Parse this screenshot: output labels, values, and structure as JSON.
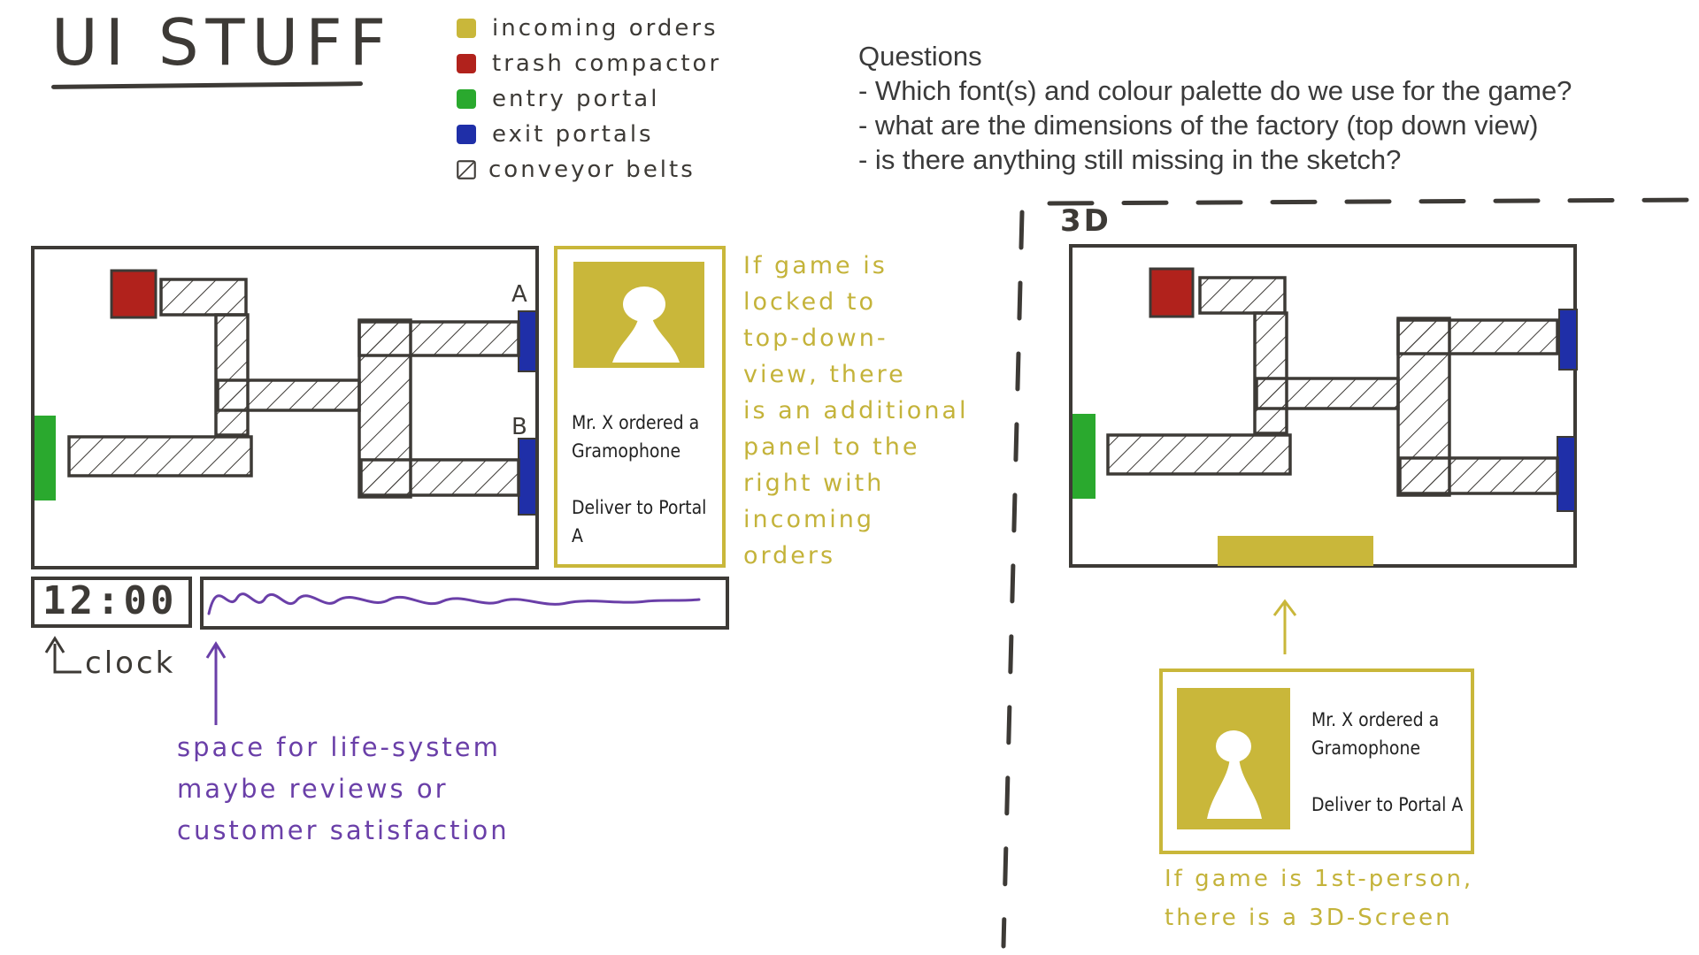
{
  "title": "UI STUFF",
  "legend": [
    {
      "label": "incoming orders",
      "color": "#c9b73a",
      "icon": "yellow-square"
    },
    {
      "label": "trash compactor",
      "color": "#b1221c",
      "icon": "red-square"
    },
    {
      "label": "entry portal",
      "color": "#2aa92e",
      "icon": "green-square"
    },
    {
      "label": "exit portals",
      "color": "#1f2fa8",
      "icon": "blue-square"
    },
    {
      "label": "conveyor belts",
      "color": "#3d3a36",
      "icon": "hatched-square"
    }
  ],
  "questions": {
    "heading": "Questions",
    "items": [
      "- Which font(s) and colour palette do we use for the game?",
      "- what are the dimensions of the factory (top down view)",
      "- is there anything still missing in the sketch?"
    ]
  },
  "topdown": {
    "label_a": "A",
    "label_b": "B",
    "clock": "12:00",
    "clock_label": "clock",
    "order_card": {
      "line1": "Mr. X ordered a",
      "line2": "Gramophone",
      "line3": "Deliver to Portal A"
    },
    "side_note": [
      "If game is",
      "locked to",
      "top-down-",
      "view, there",
      "is an additional",
      "panel to the",
      "right with",
      "incoming",
      "orders"
    ],
    "life_note": [
      "space for life-system",
      "maybe reviews or",
      "customer satisfaction"
    ]
  },
  "threed": {
    "label": "3D",
    "order_card": {
      "line1": "Mr. X ordered a",
      "line2": "Gramophone",
      "line3": "Deliver to Portal A"
    },
    "note": [
      "If game is 1st-person,",
      "there is a 3D-Screen"
    ]
  },
  "colors": {
    "ink": "#3d3a36",
    "olive": "#c9b73a",
    "purple": "#6a3fa8",
    "red": "#b1221c",
    "green": "#2aa92e",
    "blue": "#1f2fa8"
  }
}
